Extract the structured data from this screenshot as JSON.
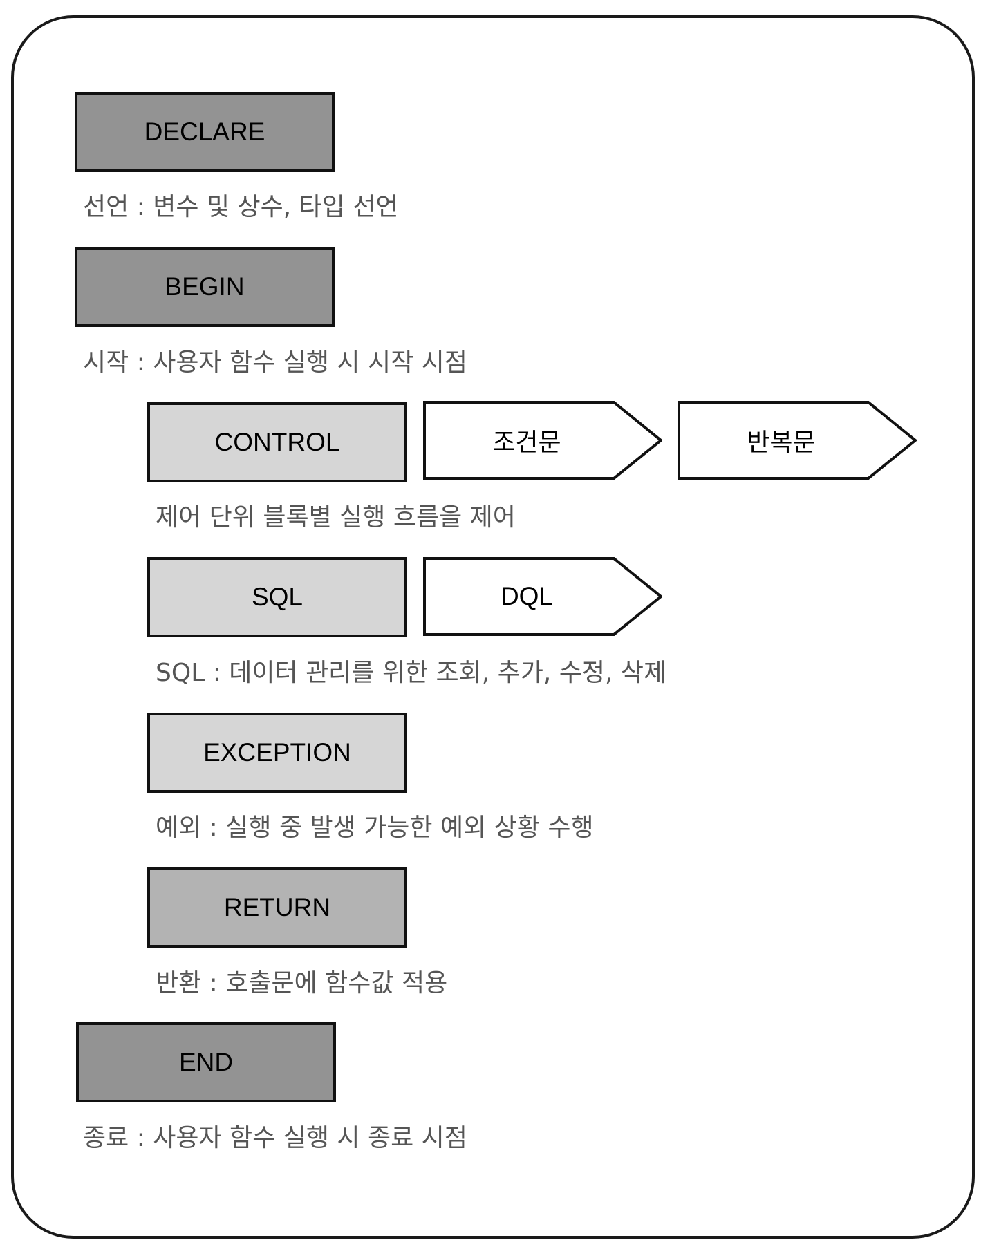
{
  "blocks": {
    "declare": {
      "label": "DECLARE",
      "desc": "선언 : 변수 및 상수, 타입 선언"
    },
    "begin": {
      "label": "BEGIN",
      "desc": "시작 : 사용자 함수 실행 시 시작 시점"
    },
    "control": {
      "label": "CONTROL",
      "desc": "제어 단위 블록별 실행 흐름을 제어",
      "arrows": [
        "조건문",
        "반복문"
      ]
    },
    "sql": {
      "label": "SQL",
      "desc": "SQL : 데이터 관리를 위한 조회, 추가, 수정, 삭제",
      "arrows": [
        "DQL"
      ]
    },
    "exception": {
      "label": "EXCEPTION",
      "desc": "예외 : 실행 중 발생 가능한 예외 상황 수행"
    },
    "return": {
      "label": "RETURN",
      "desc": "반환 : 호출문에 함수값 적용"
    },
    "end": {
      "label": "END",
      "desc": "종료 : 사용자 함수 실행 시 종료 시점"
    }
  },
  "colors": {
    "outer_block_fill": "#939393",
    "inner_block_fill": "#d6d6d6",
    "return_block_fill": "#b3b3b3",
    "arrow_fill": "#ffffff",
    "border": "#111111",
    "description_text": "#555555"
  }
}
